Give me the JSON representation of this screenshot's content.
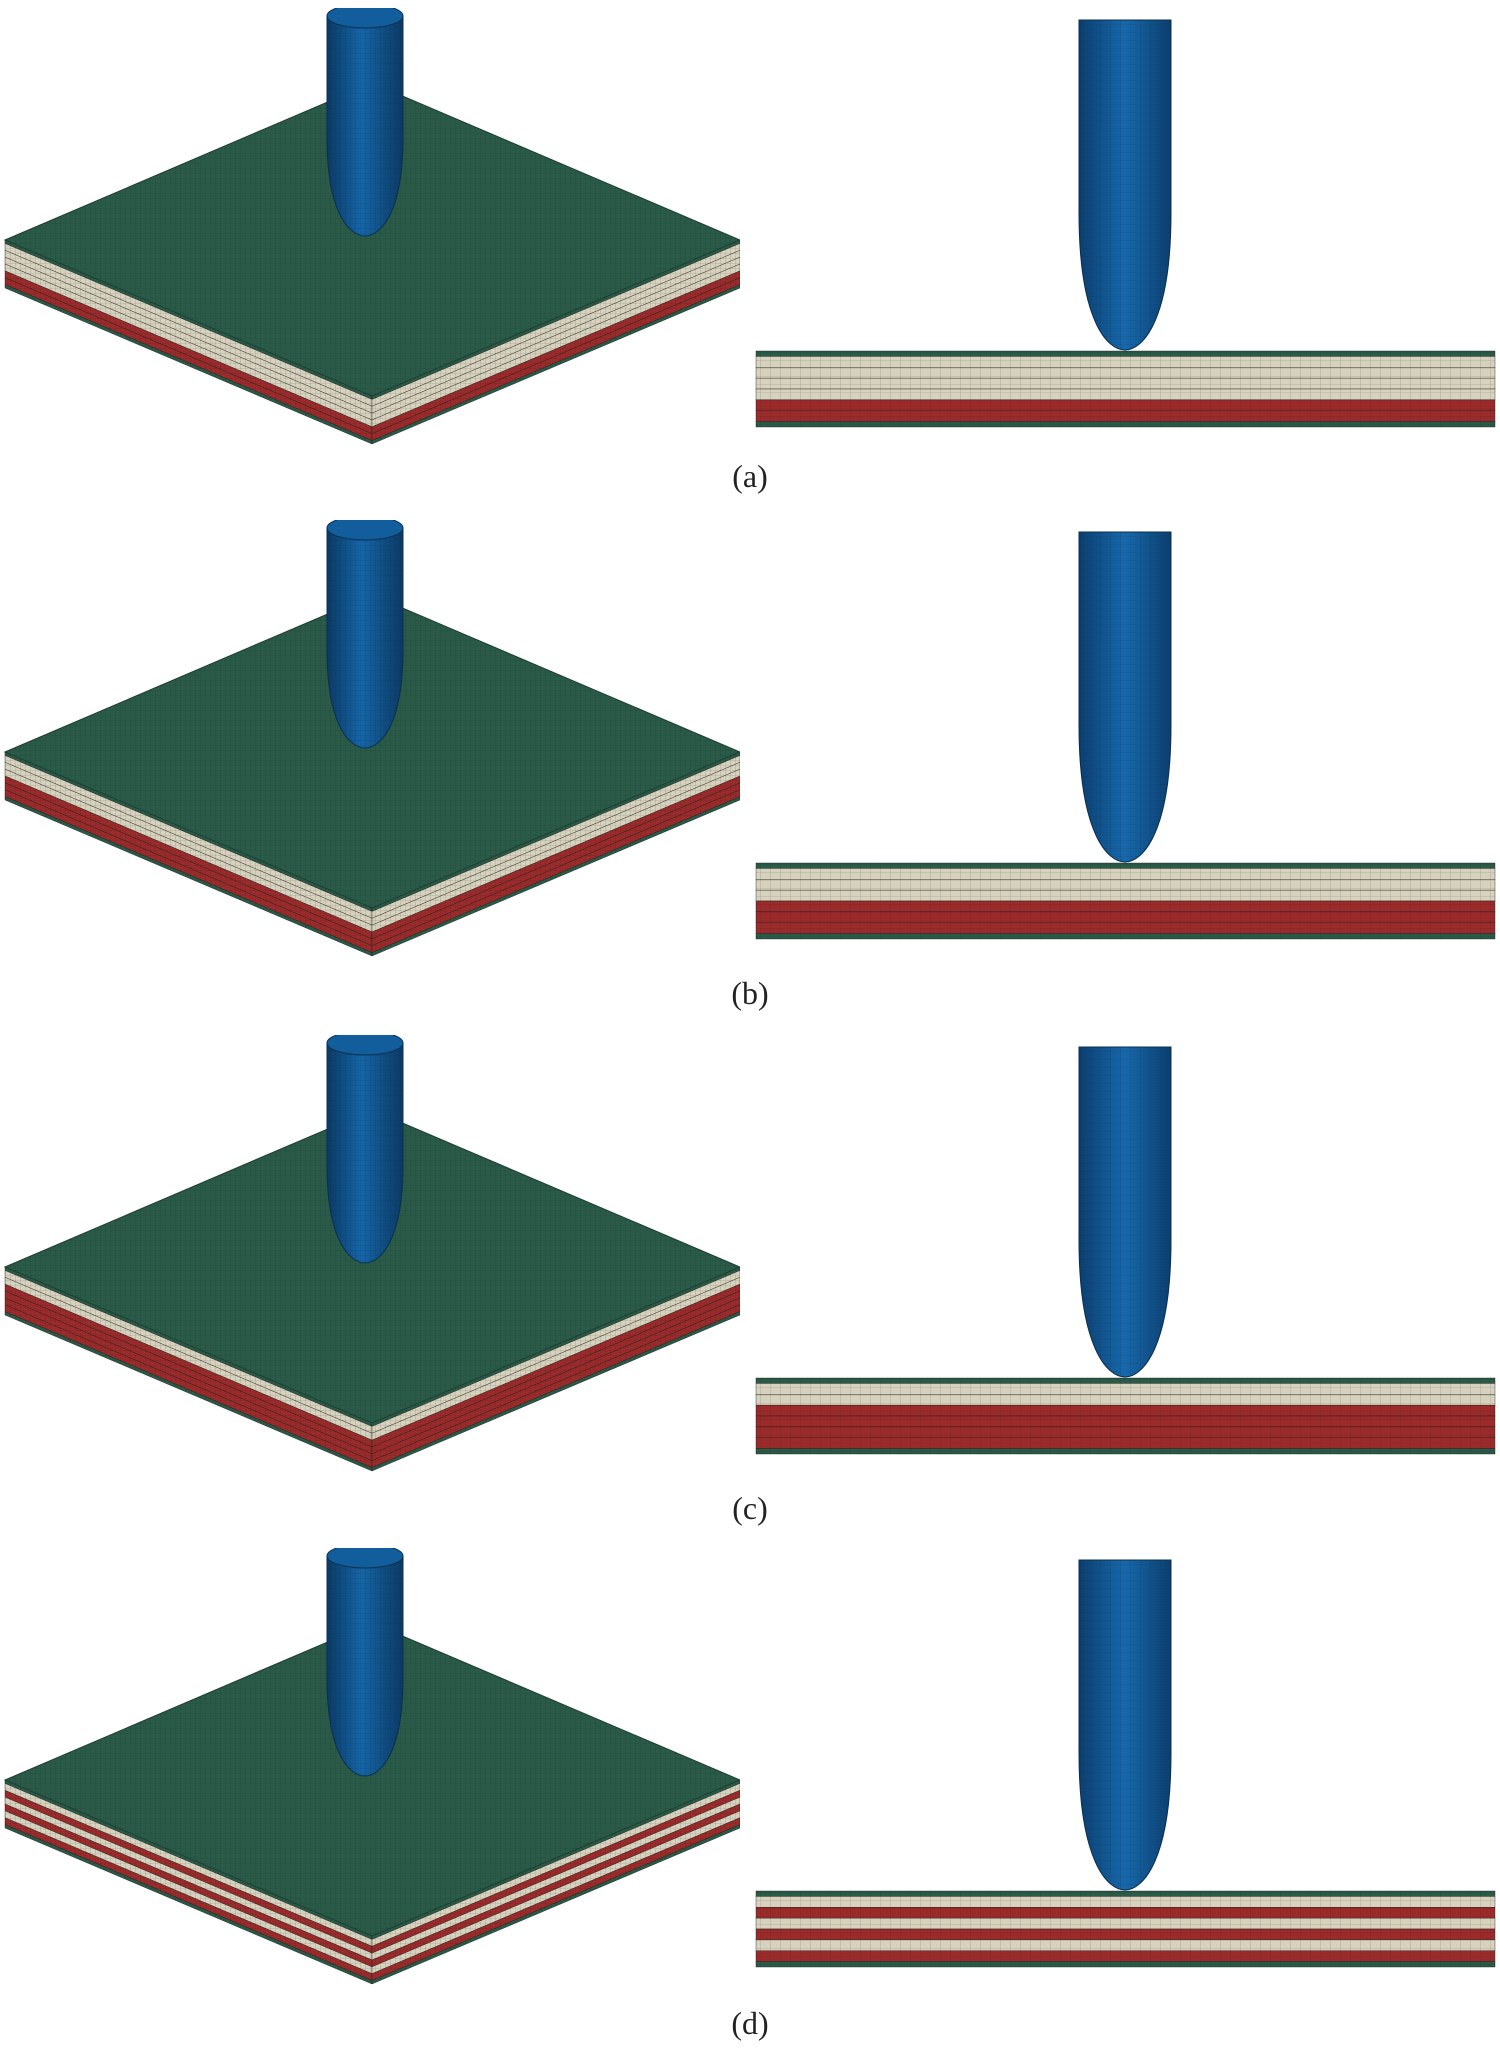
{
  "colors": {
    "face_sheet": "#2a5b48",
    "core_light": "#d6d2bd",
    "layer_red": "#9b2b2b",
    "impactor": "#0e4f86",
    "mesh_line": "#1a1a1a"
  },
  "panels": [
    {
      "label": "(a)",
      "layers": [
        "face",
        "light",
        "light",
        "light",
        "light",
        "red",
        "red",
        "face"
      ]
    },
    {
      "label": "(b)",
      "layers": [
        "face",
        "light",
        "light",
        "light",
        "red",
        "red",
        "red",
        "face"
      ]
    },
    {
      "label": "(c)",
      "layers": [
        "face",
        "light",
        "light",
        "red",
        "red",
        "red",
        "red",
        "face"
      ]
    },
    {
      "label": "(d)",
      "layers": [
        "face",
        "light",
        "red",
        "light",
        "red",
        "light",
        "red",
        "face"
      ]
    }
  ]
}
